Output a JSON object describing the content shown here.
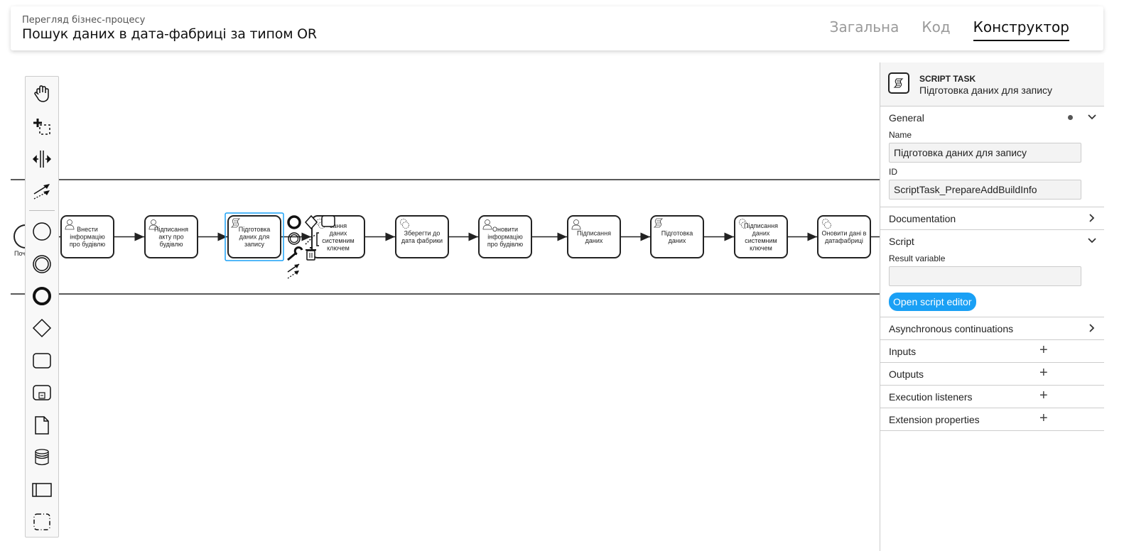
{
  "header": {
    "subtitle": "Перегляд бізнес-процесу",
    "title": "Пошук даних в дата-фабриці за типом OR",
    "tabs": [
      {
        "label": "Загальна",
        "active": false
      },
      {
        "label": "Код",
        "active": false
      },
      {
        "label": "Конструктор",
        "active": true
      }
    ]
  },
  "palette": {
    "tools": [
      "hand-tool",
      "lasso-tool",
      "space-tool",
      "global-connect-tool"
    ],
    "elements": [
      "start-event",
      "intermediate-event",
      "end-event",
      "gateway",
      "task",
      "subprocess",
      "data-object",
      "data-store",
      "participant",
      "group"
    ]
  },
  "diagram": {
    "start_event_label": "Поч",
    "tasks": [
      {
        "type": "user",
        "lines": [
          "Внести",
          "інформацію",
          "про будівлю"
        ]
      },
      {
        "type": "user",
        "lines": [
          "Підписання",
          "акту про",
          "будівлю"
        ]
      },
      {
        "type": "script",
        "lines": [
          "Підготовка",
          "даних для",
          "запису"
        ],
        "selected": true
      },
      {
        "type": "service",
        "lines": [
          "сання",
          "даних",
          "системним",
          "ключем"
        ]
      },
      {
        "type": "service",
        "lines": [
          "Зберегти до",
          "дата фабрики"
        ]
      },
      {
        "type": "user",
        "lines": [
          "Оновити",
          "інформацію",
          "про будівлю"
        ]
      },
      {
        "type": "user",
        "lines": [
          "Підписання",
          "даних"
        ]
      },
      {
        "type": "script",
        "lines": [
          "Підготовка",
          "даних"
        ]
      },
      {
        "type": "service",
        "lines": [
          "Підписання",
          "даних",
          "системним",
          "ключем"
        ]
      },
      {
        "type": "service",
        "lines": [
          "Оновити дані в",
          "датафабриці"
        ]
      }
    ],
    "selection_color": "#1aa0f5"
  },
  "panel": {
    "element_type": "SCRIPT TASK",
    "element_name": "Підготовка даних для запису",
    "groups": {
      "general": {
        "label": "General",
        "name_label": "Name",
        "name_value": "Підготовка даних для запису",
        "id_label": "ID",
        "id_value": "ScriptTask_PrepareAddBuildInfo"
      },
      "documentation": {
        "label": "Documentation"
      },
      "script": {
        "label": "Script",
        "result_variable_label": "Result variable",
        "result_variable_value": "",
        "open_editor_label": "Open script editor"
      },
      "async": {
        "label": "Asynchronous continuations"
      },
      "inputs": {
        "label": "Inputs"
      },
      "outputs": {
        "label": "Outputs"
      },
      "execution_listeners": {
        "label": "Execution listeners"
      },
      "extension_properties": {
        "label": "Extension properties"
      }
    },
    "accent_color": "#1aa0f5"
  }
}
